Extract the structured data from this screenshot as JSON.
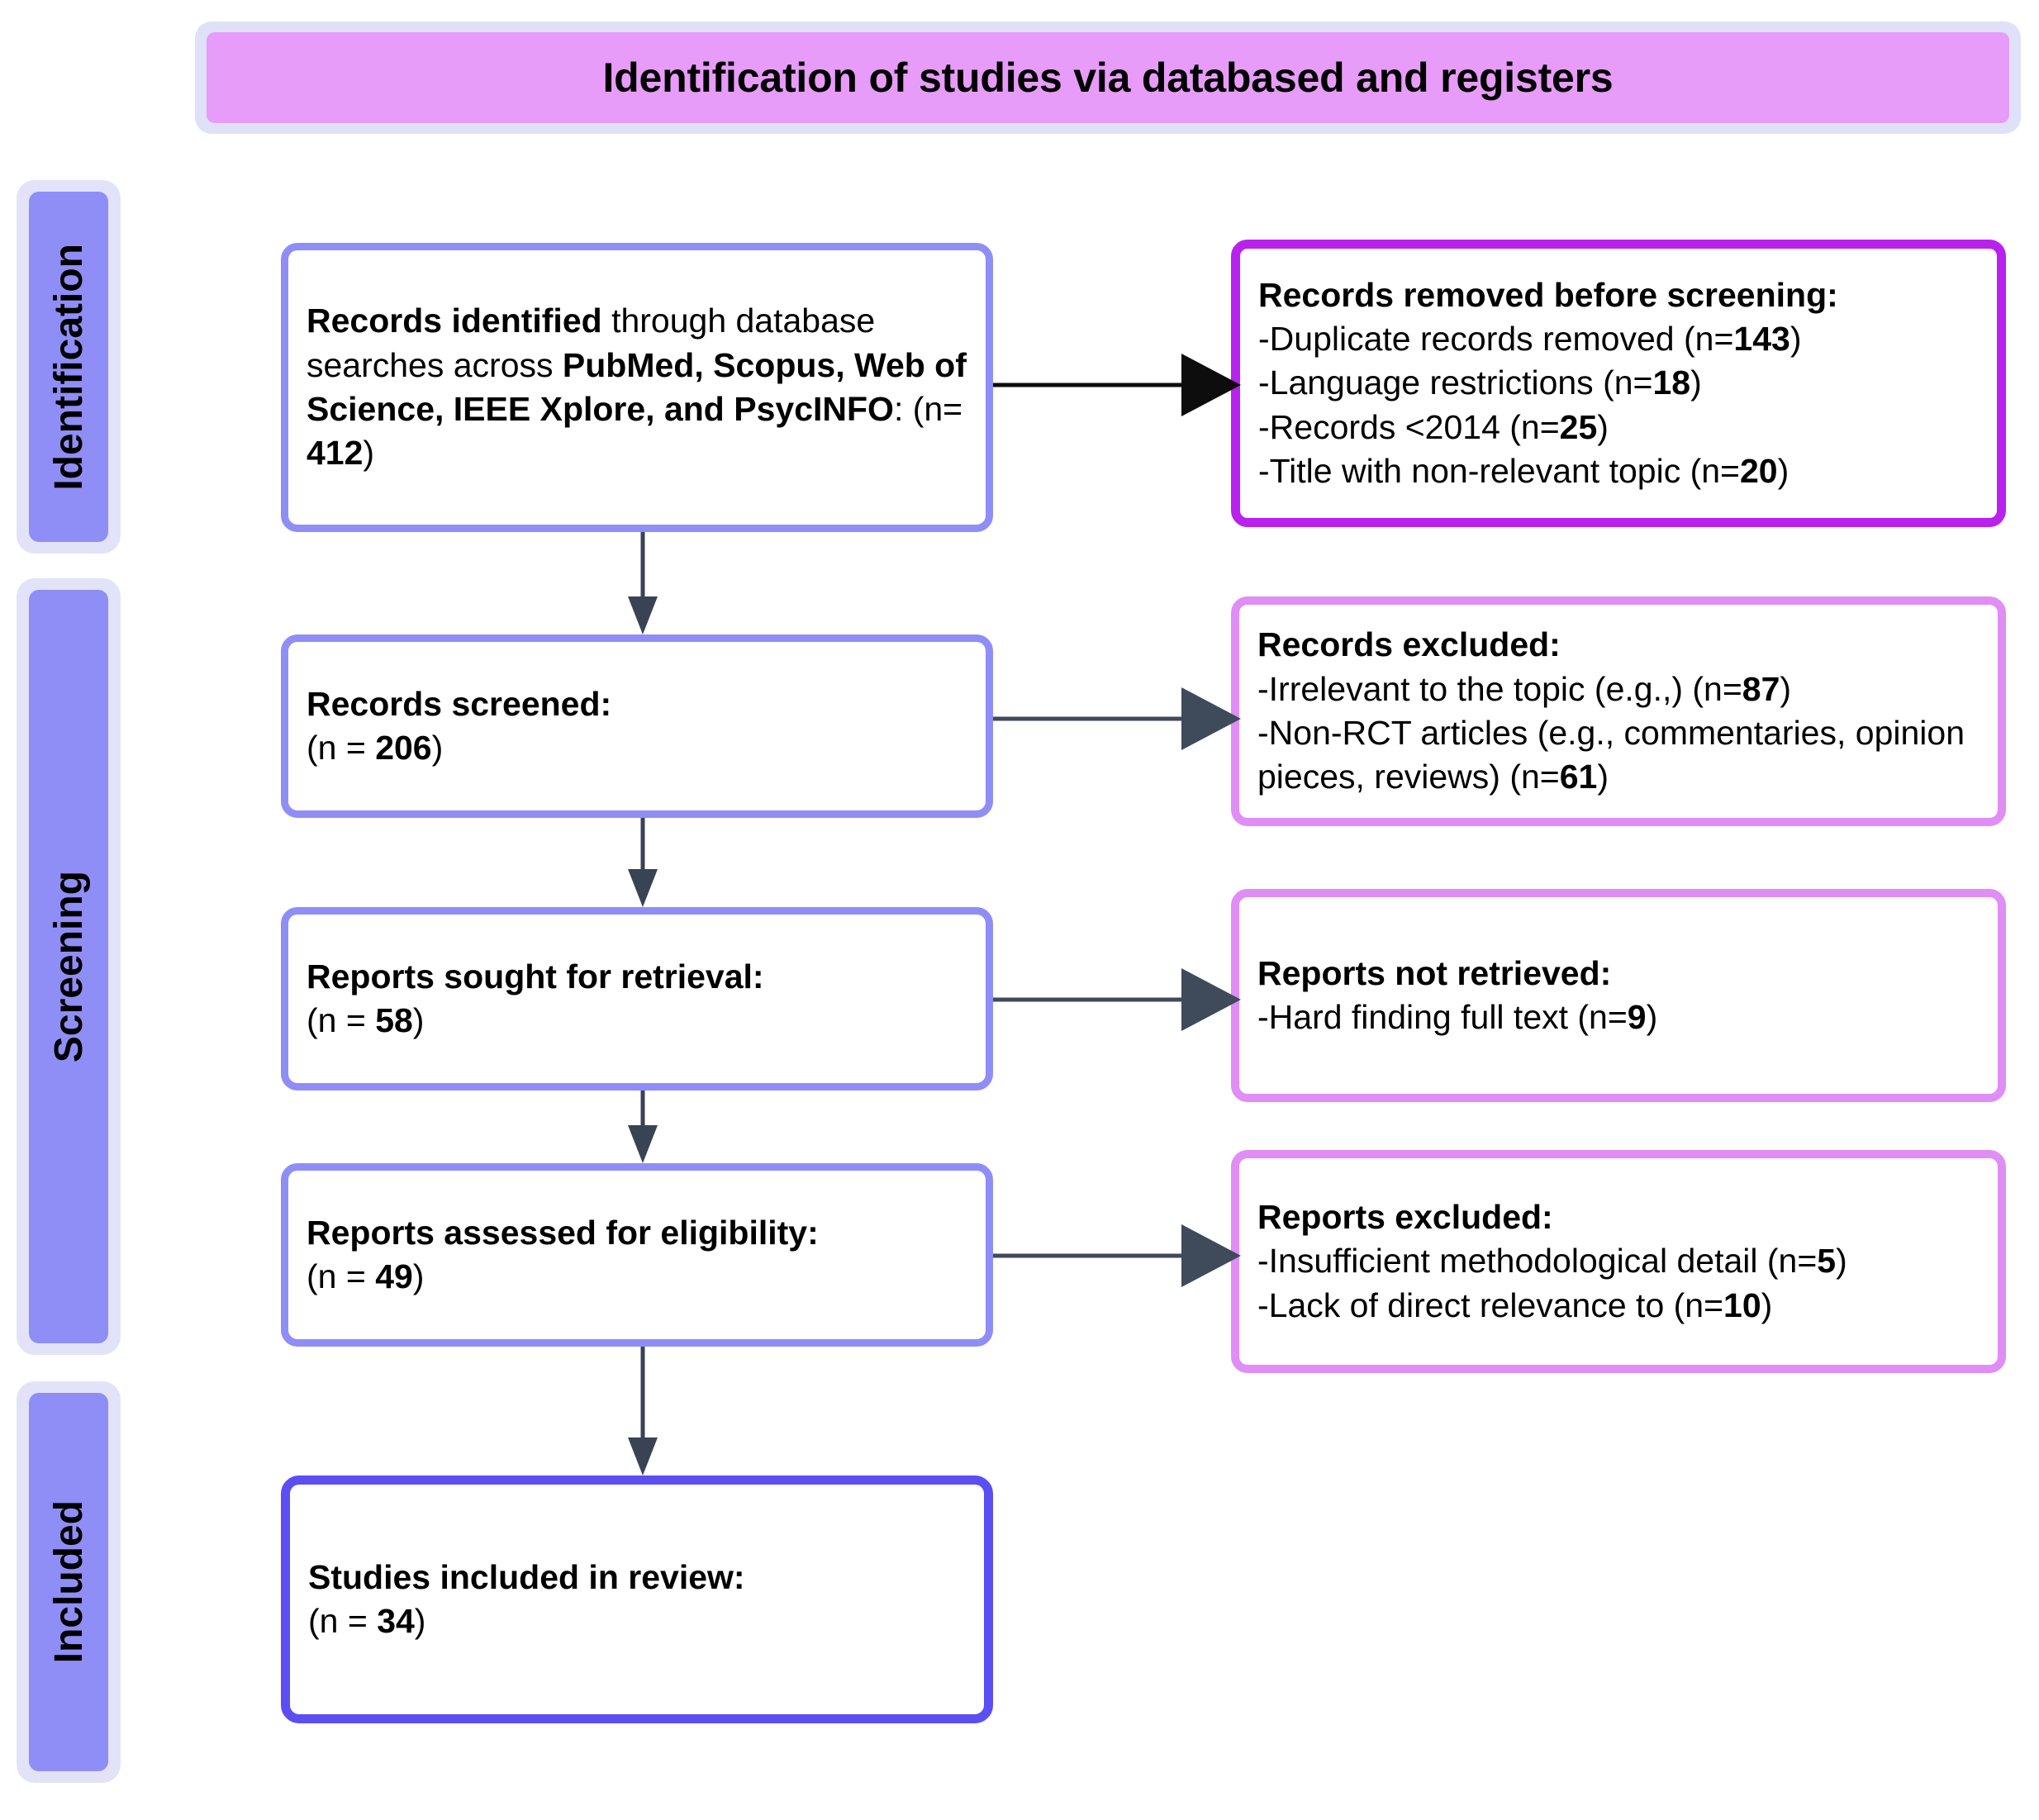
{
  "header": {
    "title": "Identification of studies via databased and registers"
  },
  "stages": [
    {
      "id": "identification",
      "label": "Identification"
    },
    {
      "id": "screening",
      "label": "Screening"
    },
    {
      "id": "included",
      "label": "Included"
    }
  ],
  "boxes": {
    "identified": {
      "name": "records-identified",
      "lines": [
        {
          "runs": [
            {
              "text": "Records identified",
              "bold": true
            },
            {
              "text": " through database searches across ",
              "bold": false
            },
            {
              "text": "PubMed, Scopus, Web of Science, IEEE Xplore, and PsycINFO",
              "bold": true
            },
            {
              "text": ": (n= ",
              "bold": false
            },
            {
              "text": "412",
              "bold": true
            },
            {
              "text": ")",
              "bold": false
            }
          ]
        }
      ]
    },
    "removed": {
      "name": "records-removed-before-screening",
      "lines": [
        {
          "runs": [
            {
              "text": "Records removed before screening:",
              "bold": true
            }
          ]
        },
        {
          "runs": [
            {
              "text": "-Duplicate records removed (n=",
              "bold": false
            },
            {
              "text": "143",
              "bold": true
            },
            {
              "text": ")",
              "bold": false
            }
          ]
        },
        {
          "runs": [
            {
              "text": "-Language restrictions (n=",
              "bold": false
            },
            {
              "text": "18",
              "bold": true
            },
            {
              "text": ")",
              "bold": false
            }
          ]
        },
        {
          "runs": [
            {
              "text": "-Records <2014 (n=",
              "bold": false
            },
            {
              "text": "25",
              "bold": true
            },
            {
              "text": ")",
              "bold": false
            }
          ]
        },
        {
          "runs": [
            {
              "text": "-Title with non-relevant topic (n=",
              "bold": false
            },
            {
              "text": "20",
              "bold": true
            },
            {
              "text": ")",
              "bold": false
            }
          ]
        }
      ]
    },
    "screened": {
      "name": "records-screened",
      "lines": [
        {
          "runs": [
            {
              "text": "Records screened:",
              "bold": true
            }
          ]
        },
        {
          "runs": [
            {
              "text": "(n = ",
              "bold": false
            },
            {
              "text": "206",
              "bold": true
            },
            {
              "text": ")",
              "bold": false
            }
          ]
        }
      ]
    },
    "records_excluded": {
      "name": "records-excluded",
      "lines": [
        {
          "runs": [
            {
              "text": "Records excluded:",
              "bold": true
            }
          ]
        },
        {
          "runs": [
            {
              "text": "-Irrelevant to the topic (e.g.,) (n=",
              "bold": false
            },
            {
              "text": "87",
              "bold": true
            },
            {
              "text": ")",
              "bold": false
            }
          ]
        },
        {
          "runs": [
            {
              "text": "-Non-RCT articles (e.g., commentaries, opinion pieces, reviews) (n=",
              "bold": false
            },
            {
              "text": "61",
              "bold": true
            },
            {
              "text": ")",
              "bold": false
            }
          ]
        }
      ]
    },
    "sought": {
      "name": "reports-sought-for-retrieval",
      "lines": [
        {
          "runs": [
            {
              "text": "Reports sought for retrieval:",
              "bold": true
            }
          ]
        },
        {
          "runs": [
            {
              "text": "(n = ",
              "bold": false
            },
            {
              "text": "58",
              "bold": true
            },
            {
              "text": ")",
              "bold": false
            }
          ]
        }
      ]
    },
    "not_retrieved": {
      "name": "reports-not-retrieved",
      "lines": [
        {
          "runs": [
            {
              "text": "Reports not retrieved:",
              "bold": true
            }
          ]
        },
        {
          "runs": [
            {
              "text": "-Hard finding full text (n=",
              "bold": false
            },
            {
              "text": "9",
              "bold": true
            },
            {
              "text": ")",
              "bold": false
            }
          ]
        }
      ]
    },
    "assessed": {
      "name": "reports-assessed-for-eligibility",
      "lines": [
        {
          "runs": [
            {
              "text": "Reports assessed for eligibility:",
              "bold": true
            }
          ]
        },
        {
          "runs": [
            {
              "text": "(n = ",
              "bold": false
            },
            {
              "text": "49",
              "bold": true
            },
            {
              "text": ")",
              "bold": false
            }
          ]
        }
      ]
    },
    "reports_excluded": {
      "name": "reports-excluded",
      "lines": [
        {
          "runs": [
            {
              "text": "Reports excluded:",
              "bold": true
            }
          ]
        },
        {
          "runs": [
            {
              "text": "-Insufficient methodological detail (n=",
              "bold": false
            },
            {
              "text": "5",
              "bold": true
            },
            {
              "text": ")",
              "bold": false
            }
          ]
        },
        {
          "runs": [
            {
              "text": "-Lack of direct relevance to (n=",
              "bold": false
            },
            {
              "text": "10",
              "bold": true
            },
            {
              "text": ")",
              "bold": false
            }
          ]
        }
      ]
    },
    "included": {
      "name": "studies-included-in-review",
      "lines": [
        {
          "runs": [
            {
              "text": "Studies included in review:",
              "bold": true
            }
          ]
        },
        {
          "runs": [
            {
              "text": "(n = ",
              "bold": false
            },
            {
              "text": "34",
              "bold": true
            },
            {
              "text": ")",
              "bold": false
            }
          ]
        }
      ]
    }
  },
  "colors": {
    "header_band": "#e79cf9",
    "header_frame": "#dfe1f8",
    "stage_fill": "#8f8ef7",
    "stage_frame": "#e2e3f9",
    "box_border_default": "#8f8ef7",
    "box_border_included": "#5b4ef2",
    "box_border_removed": "#b822ec",
    "box_border_excluded": "#e08df5",
    "arrow_black": "#0d0d0d",
    "arrow_slate": "#3f4a5a",
    "page_background": "#ffffff"
  }
}
